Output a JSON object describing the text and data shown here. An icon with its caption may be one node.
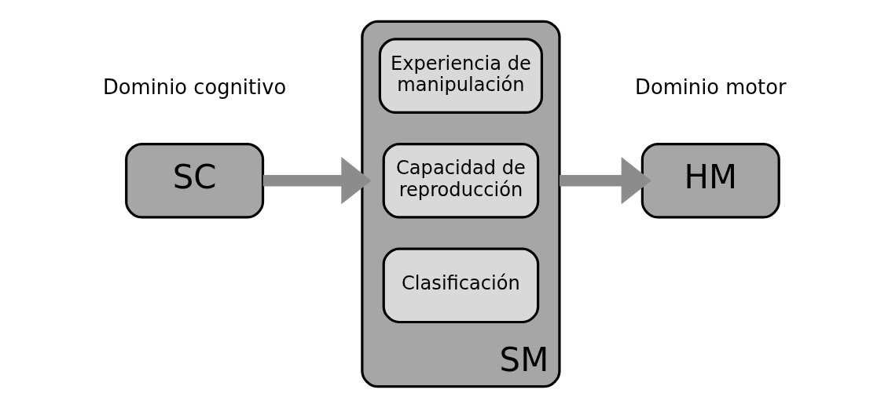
{
  "diagram": {
    "nodes": [
      {
        "text": [
          "SC"
        ]
      },
      {
        "text": [
          "SM"
        ]
      },
      {
        "text": [
          "Experiencia de manipulación"
        ],
        "in": 1
      },
      {
        "text": [
          "Capacidad de reproducción"
        ],
        "in": 1
      },
      {
        "text": [
          "Clasificación"
        ],
        "in": 1
      },
      {
        "text": [
          "HM"
        ]
      }
    ],
    "edges": [
      {
        "from": 0,
        "to": 1,
        "arrow": "to"
      },
      {
        "from": 1,
        "to": 5,
        "arrow": "to"
      }
    ],
    "labels": [
      "Dominio cognitivo",
      "Dominio motor"
    ]
  }
}
